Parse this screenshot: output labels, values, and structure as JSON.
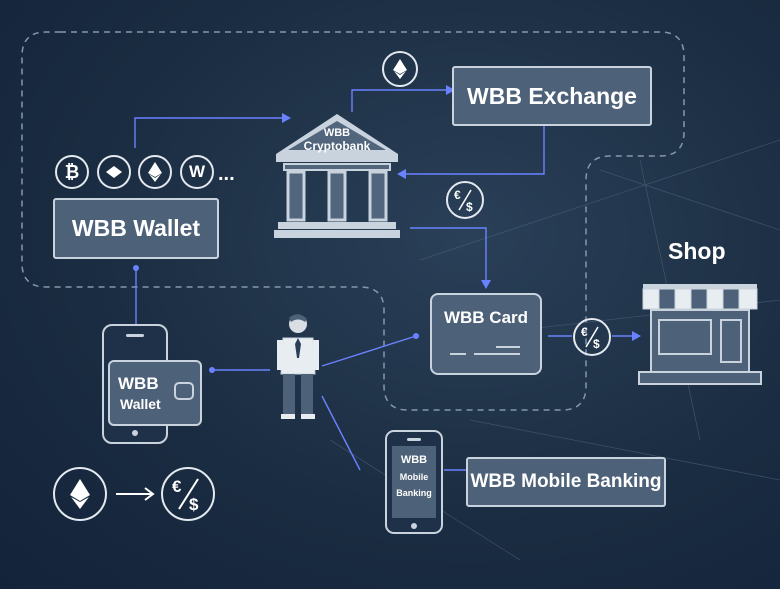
{
  "wallet": {
    "label": "WBB Wallet",
    "more": "..."
  },
  "bank": {
    "line1": "WBB",
    "line2": "Cryptobank"
  },
  "exchange": {
    "label": "WBB Exchange"
  },
  "card": {
    "label": "WBB Card"
  },
  "shop": {
    "label": "Shop"
  },
  "phone_wallet": {
    "line1": "WBB",
    "line2": "Wallet"
  },
  "mobile_phone": {
    "line1": "WBB",
    "line2": "Mobile",
    "line3": "Banking"
  },
  "mobile_banking": {
    "label": "WBB Mobile Banking"
  },
  "coins": [
    "bitcoin-icon",
    "waves-icon",
    "ethereum-icon",
    "wbb-coin-icon"
  ],
  "colors": {
    "background": "#1b2d42",
    "box": "#4d6178",
    "accent": "#6a82ff",
    "line": "#c9d3dd"
  }
}
